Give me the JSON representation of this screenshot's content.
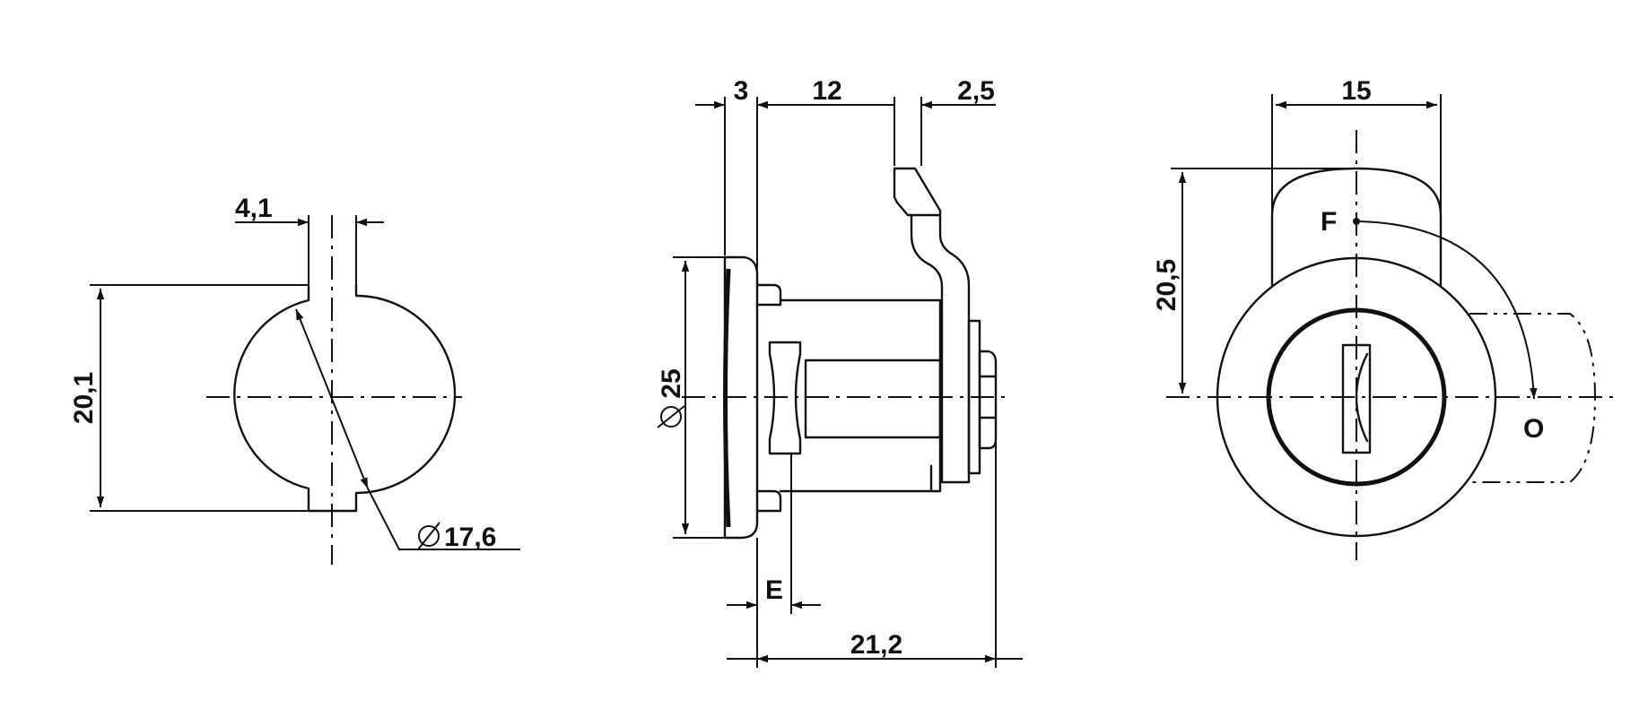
{
  "front_profile": {
    "width_dim": "4,1",
    "height_dim": "20,1",
    "diameter_dim": "17,6"
  },
  "side_view": {
    "flange_dim": "3",
    "body_dim": "12",
    "cam_dim": "2,5",
    "diameter_dim": "25",
    "e_dim": "E",
    "length_dim": "21,2"
  },
  "rear_view": {
    "width_dim": "15",
    "height_dim": "20,5",
    "open_label": "F",
    "closed_label": "O"
  },
  "colors": {
    "line": "#111111",
    "background": "#ffffff"
  }
}
